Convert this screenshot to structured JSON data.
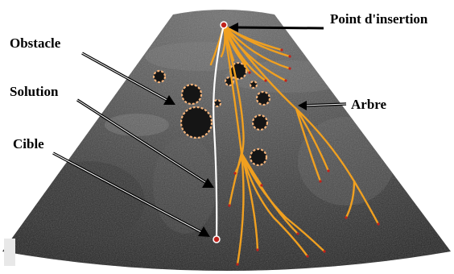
{
  "labels": {
    "insertion_point": "Point d'insertion",
    "obstacle": "Obstacle",
    "solution": "Solution",
    "target": "Cible",
    "tree": "Arbre"
  },
  "colors": {
    "tree": "#f0a020",
    "obstacle_outline": "#f2b27a",
    "solution_path": "#ffffff",
    "marker": "#c0221c",
    "background": "#ffffff"
  }
}
